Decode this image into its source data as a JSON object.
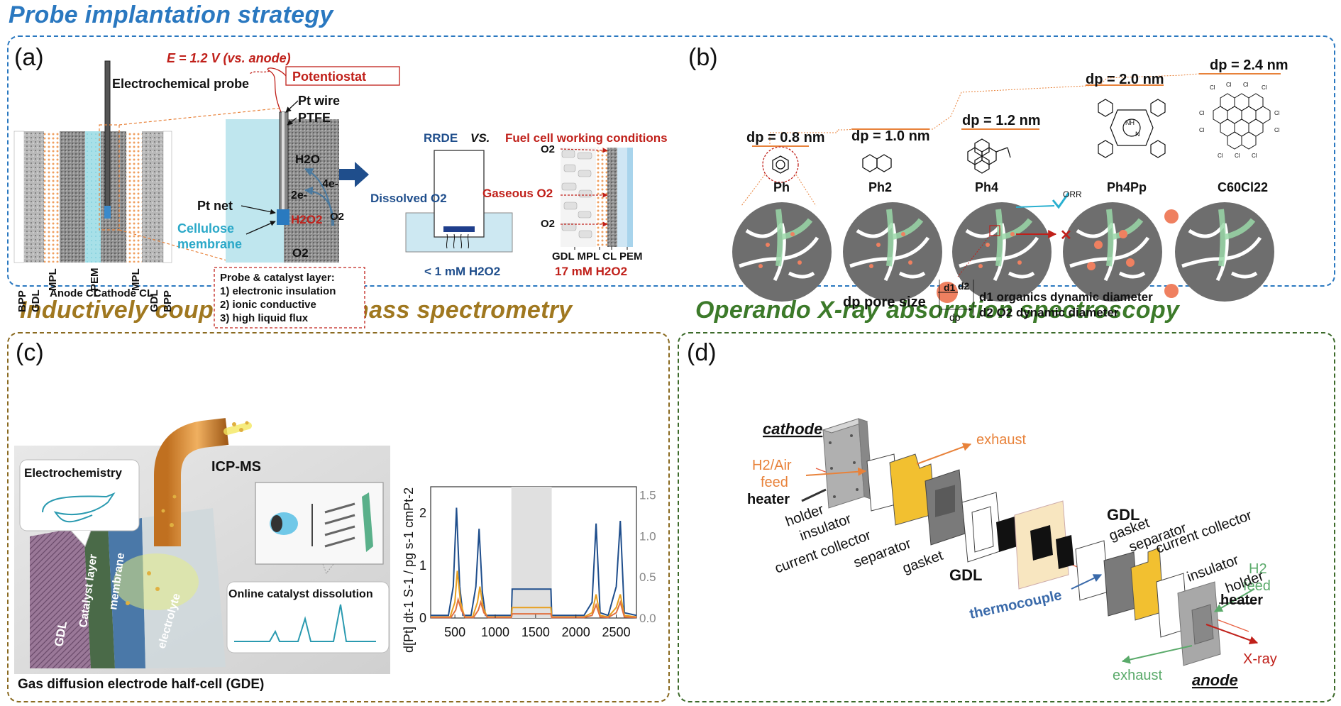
{
  "sections": {
    "probe_title": "Probe implantation strategy",
    "icpms_title": "Inductively coupled plasma mass spectrometry",
    "xas_title": "Operando X-ray absorption spectroscopy"
  },
  "colors": {
    "probe": "#2a78c0",
    "icpms": "#a07820",
    "xas": "#3c7a2a",
    "red": "#c0201a",
    "orange": "#e8823a",
    "green": "#5aaa6a",
    "blue_label": "#3a6aaa"
  },
  "panel_a": {
    "label": "(a)",
    "voltage": "E = 1.2 V (vs. anode)",
    "potentiostat": "Potentiostat",
    "probe_label": "Electrochemical probe",
    "pt_wire": "Pt wire",
    "ptfe": "PTFE",
    "h2o": "H2O",
    "four_e": "4e-",
    "two_e": "2e-",
    "pt_net": "Pt net",
    "h2o2": "H2O2",
    "o2_a": "O2",
    "o2_b": "O2",
    "cellulose_1": "Cellulose",
    "cellulose_2": "membrane",
    "layers": [
      "BPP",
      "GDL",
      "MPL",
      "PEM",
      "MPL",
      "GDL",
      "BPP"
    ],
    "anode_cl": "Anode CL",
    "cathode_cl": "Cathode CL",
    "req_title": "Probe & catalyst layer:",
    "req_items": [
      "1) electronic insulation",
      "2) ionic conductive",
      "3) high liquid flux"
    ],
    "rrde": "RRDE",
    "vs": "VS.",
    "fuel_cell": "Fuel cell working conditions",
    "dissolved": "Dissolved O2",
    "gaseous": "Gaseous O2",
    "o2_small": "O2",
    "rrde_conc": "< 1 mM H2O2",
    "fc_labels": "GDL MPL CL PEM",
    "fc_conc": "17 mM H2O2"
  },
  "panel_b": {
    "label": "(b)",
    "items": [
      {
        "dp": "dp = 0.8 nm",
        "name": "Ph"
      },
      {
        "dp": "dp = 1.0 nm",
        "name": "Ph2"
      },
      {
        "dp": "dp = 1.2 nm",
        "name": "Ph4"
      },
      {
        "dp": "dp = 2.0 nm",
        "name": "Ph4Pp"
      },
      {
        "dp": "dp = 2.4 nm",
        "name": "C60Cl22"
      }
    ],
    "orr": "ORR",
    "pore_size": "dp pore size",
    "d1_text": "d1 organics dynamic diameter",
    "d2_text": "d2 O2 dynamic diameter",
    "d1": "d1",
    "d2": "d2",
    "dp": "dp"
  },
  "panel_c": {
    "label": "(c)",
    "electrochemistry": "Electrochemistry",
    "icp_ms": "ICP-MS",
    "online": "Online catalyst dissolution",
    "gde": "Gas diffusion electrode half-cell (GDE)",
    "gdl": "GDL",
    "catalyst": "Catalyst layer",
    "membrane": "membrane",
    "electrolyte": "electrolyte",
    "ylabel": "d[Pt] dt-1 S-1 / pg s-1 cmPt-2"
  },
  "chart_data": {
    "type": "line",
    "xlabel": "",
    "ylabel": "d[Pt] dt-1 S-1 / pg s-1 cmPt-2",
    "x_ticks": [
      "500",
      "1000",
      "1500",
      "2000",
      "2500"
    ],
    "y_left_ticks": [
      "0",
      "1",
      "2"
    ],
    "y_right_ticks": [
      "0.0",
      "0.5",
      "1.0",
      "1.5"
    ],
    "xlim": [
      200,
      2750
    ],
    "ylim": [
      0,
      2.5
    ],
    "y2lim": [
      0,
      1.6
    ],
    "shaded_range": [
      1200,
      1700
    ],
    "series": [
      {
        "color": "#1f4e8c",
        "x": [
          200,
          420,
          480,
          520,
          560,
          600,
          700,
          760,
          800,
          840,
          880,
          1000,
          1200,
          1210,
          1690,
          1700,
          2100,
          2200,
          2250,
          2300,
          2400,
          2500,
          2550,
          2600,
          2750
        ],
        "y": [
          0.05,
          0.05,
          0.6,
          2.1,
          0.6,
          0.05,
          0.05,
          0.6,
          1.7,
          0.5,
          0.05,
          0.05,
          0.05,
          0.55,
          0.55,
          0.05,
          0.05,
          0.3,
          1.8,
          0.1,
          0.05,
          0.6,
          1.85,
          0.1,
          0.05
        ]
      },
      {
        "color": "#e8a020",
        "x": [
          200,
          440,
          500,
          530,
          570,
          620,
          720,
          780,
          810,
          850,
          900,
          1000,
          1200,
          1210,
          1690,
          1700,
          2100,
          2200,
          2250,
          2300,
          2400,
          2500,
          2550,
          2600,
          2750
        ],
        "y": [
          0.02,
          0.02,
          0.3,
          0.9,
          0.3,
          0.02,
          0.02,
          0.3,
          0.6,
          0.2,
          0.02,
          0.02,
          0.02,
          0.2,
          0.2,
          0.02,
          0.02,
          0.1,
          0.45,
          0.05,
          0.02,
          0.2,
          0.45,
          0.05,
          0.02
        ]
      },
      {
        "color": "#e07040",
        "x": [
          200,
          450,
          510,
          540,
          580,
          630,
          730,
          790,
          820,
          860,
          910,
          1000,
          1200,
          1210,
          1690,
          1700,
          2100,
          2200,
          2250,
          2300,
          2400,
          2500,
          2550,
          2600,
          2750
        ],
        "y": [
          0.01,
          0.01,
          0.15,
          0.35,
          0.15,
          0.01,
          0.01,
          0.15,
          0.3,
          0.1,
          0.01,
          0.01,
          0.01,
          0.08,
          0.08,
          0.01,
          0.01,
          0.05,
          0.25,
          0.02,
          0.01,
          0.1,
          0.3,
          0.02,
          0.01
        ]
      }
    ]
  },
  "panel_d": {
    "label": "(d)",
    "cathode": "cathode",
    "anode": "anode",
    "exhaust_top": "exhaust",
    "exhaust_bottom": "exhaust",
    "h2air": "H2/Air",
    "feed": "feed",
    "heater_left": "heater",
    "heater_right": "heater",
    "holder_left": "holder",
    "insulator_left": "insulator",
    "current_collector_left": "current collector",
    "separator_left": "separator",
    "gasket_left": "gasket",
    "gdl_left": "GDL",
    "gdl_right": "GDL",
    "gasket_right": "gasket",
    "separator_right": "separator",
    "current_collector_right": "current collector",
    "insulator_right": "insulator",
    "holder_right": "holder",
    "h2": "H2",
    "h2_feed": "feed",
    "thermocouple": "thermocouple",
    "xray": "X-ray"
  }
}
